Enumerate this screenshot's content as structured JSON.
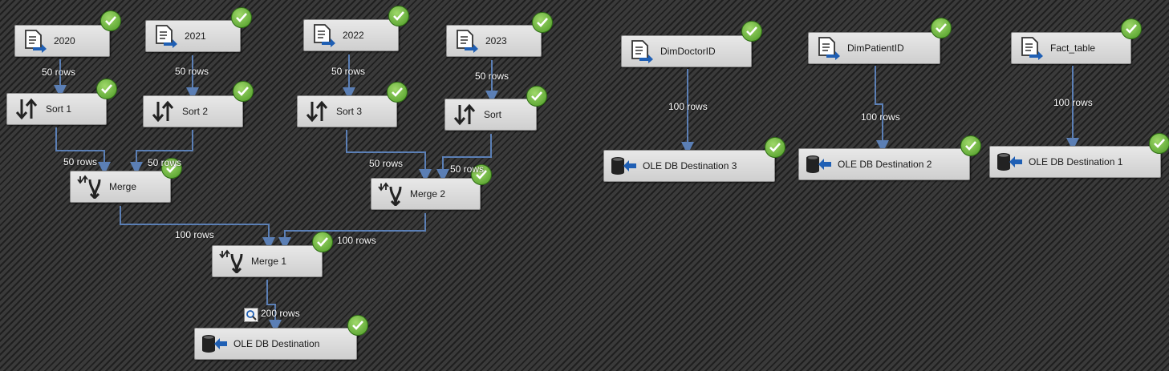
{
  "tasks": {
    "src_2020": "2020",
    "src_2021": "2021",
    "src_2022": "2022",
    "src_2023": "2023",
    "sort1": "Sort 1",
    "sort2": "Sort 2",
    "sort3": "Sort 3",
    "sort": "Sort",
    "merge": "Merge",
    "merge2": "Merge 2",
    "merge1": "Merge 1",
    "ole_dest": "OLE DB Destination",
    "dim_doctor": "DimDoctorID",
    "dim_patient": "DimPatientID",
    "fact_table": "Fact_table",
    "ole_dest3": "OLE DB Destination 3",
    "ole_dest2": "OLE DB Destination 2",
    "ole_dest1": "OLE DB Destination 1"
  },
  "paths": {
    "p2020": "50 rows",
    "p2021": "50 rows",
    "p2022": "50 rows",
    "p2023": "50 rows",
    "psort1": "50 rows",
    "psort2": "50 rows",
    "psort3": "50 rows",
    "psort": "50 rows",
    "pmerge": "100 rows",
    "pmerge2": "100 rows",
    "pmerge1": "200 rows",
    "pdoctor": "100 rows",
    "ppatient": "100 rows",
    "pfact": "100 rows"
  },
  "icons": {
    "source": "flat-file-source-icon",
    "sort": "sort-icon",
    "merge": "merge-icon",
    "destination": "ole-db-destination-icon",
    "status": "success-check-icon",
    "viewer": "data-viewer-icon"
  },
  "colors": {
    "path": "#5b7fb5",
    "success": "#4c9a25",
    "box": "#d9d9d9"
  }
}
